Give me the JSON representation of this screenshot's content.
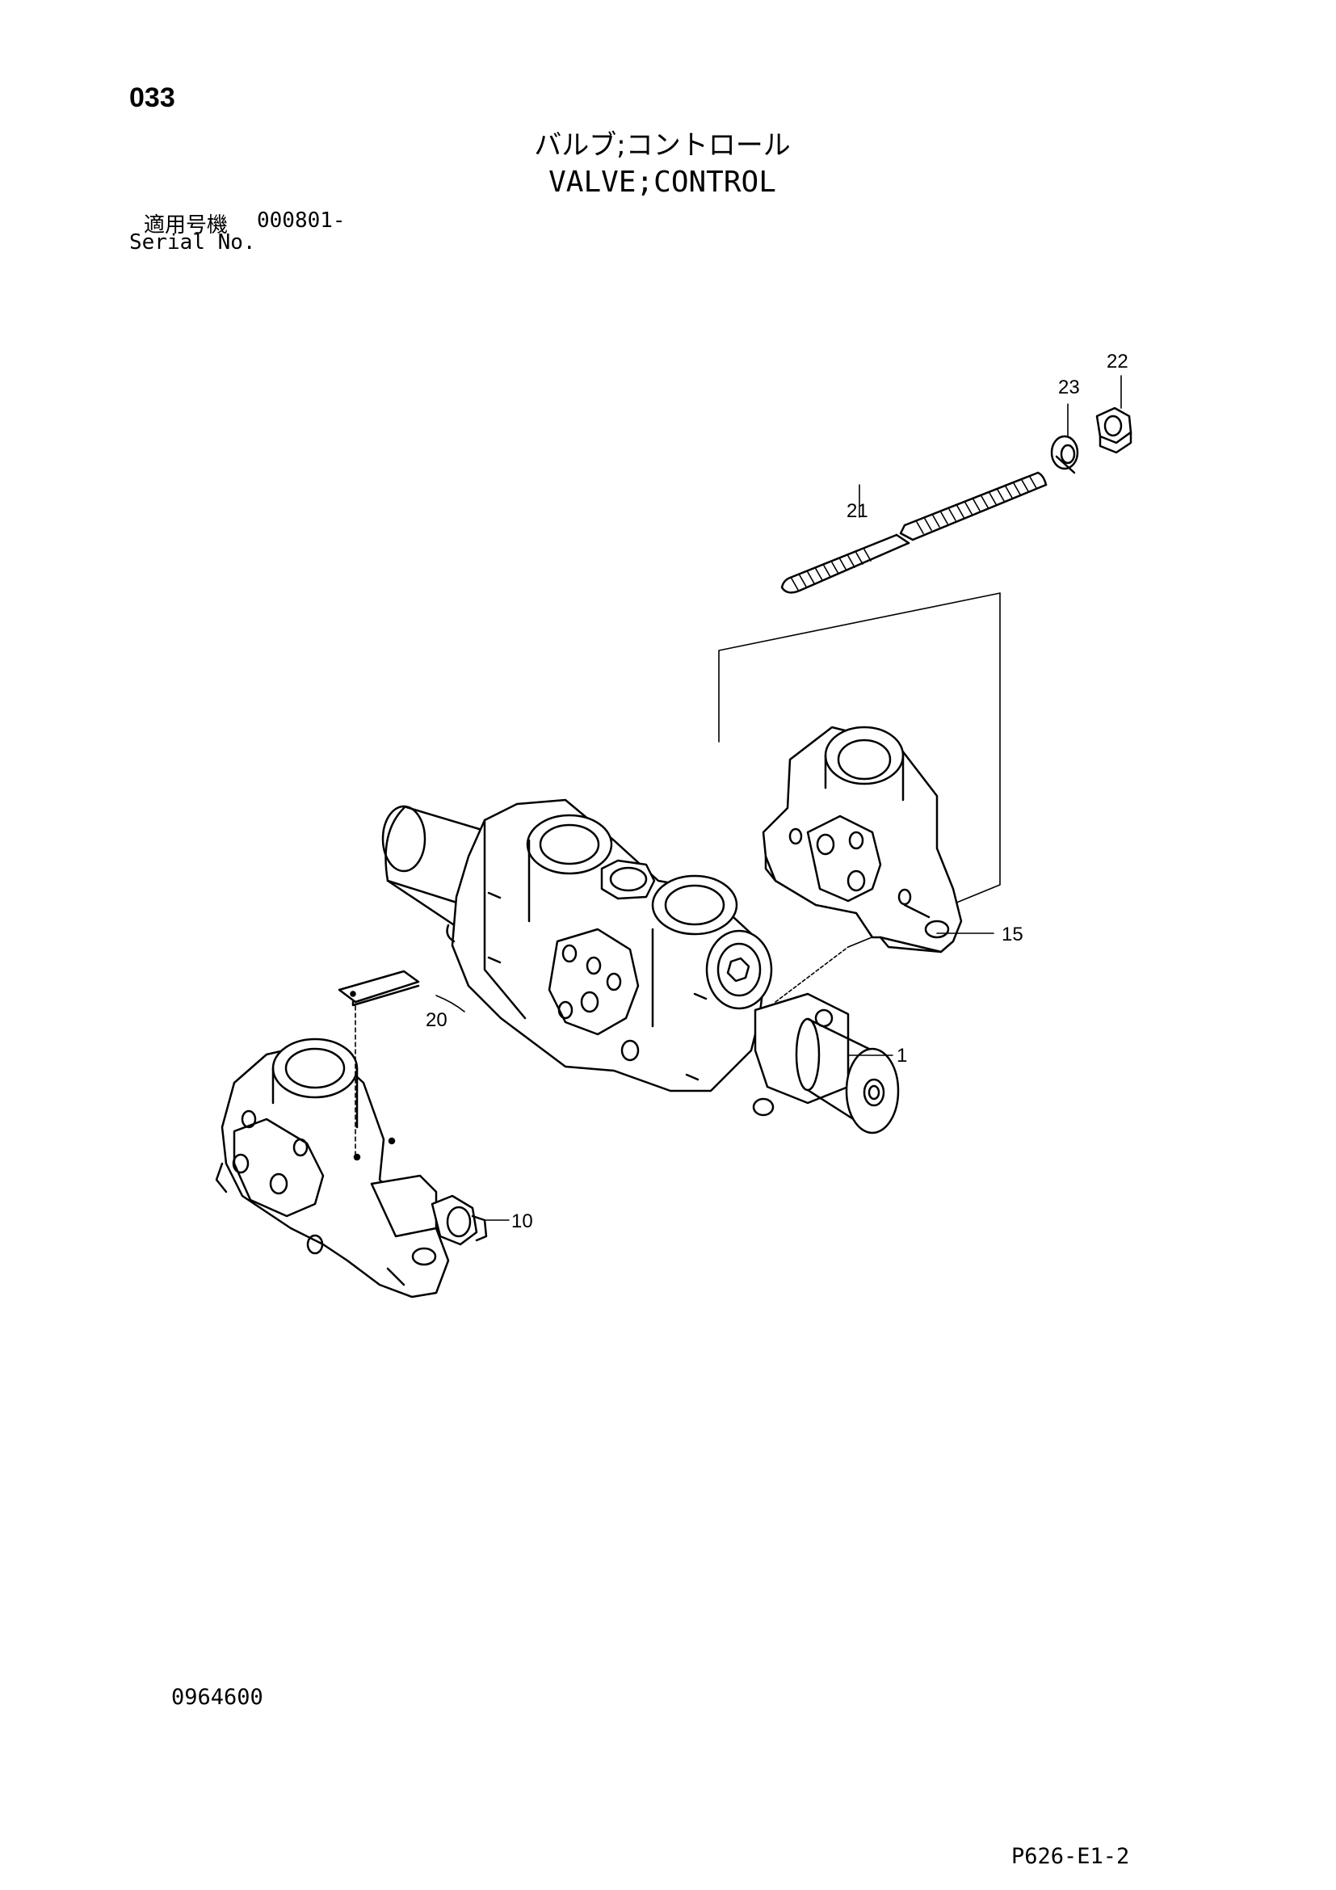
{
  "header": {
    "page_number": "033",
    "title_jp": "バルブ;コントロール",
    "title_en": "VALVE;CONTROL",
    "serial_label_jp": "適用号機",
    "serial_value": "000801-",
    "serial_label_en": "Serial No."
  },
  "diagram": {
    "callouts": [
      "22",
      "23",
      "21",
      "15",
      "20",
      "1",
      "10"
    ]
  },
  "footer": {
    "document_id": "0964600",
    "page_id": "P626-E1-2"
  }
}
